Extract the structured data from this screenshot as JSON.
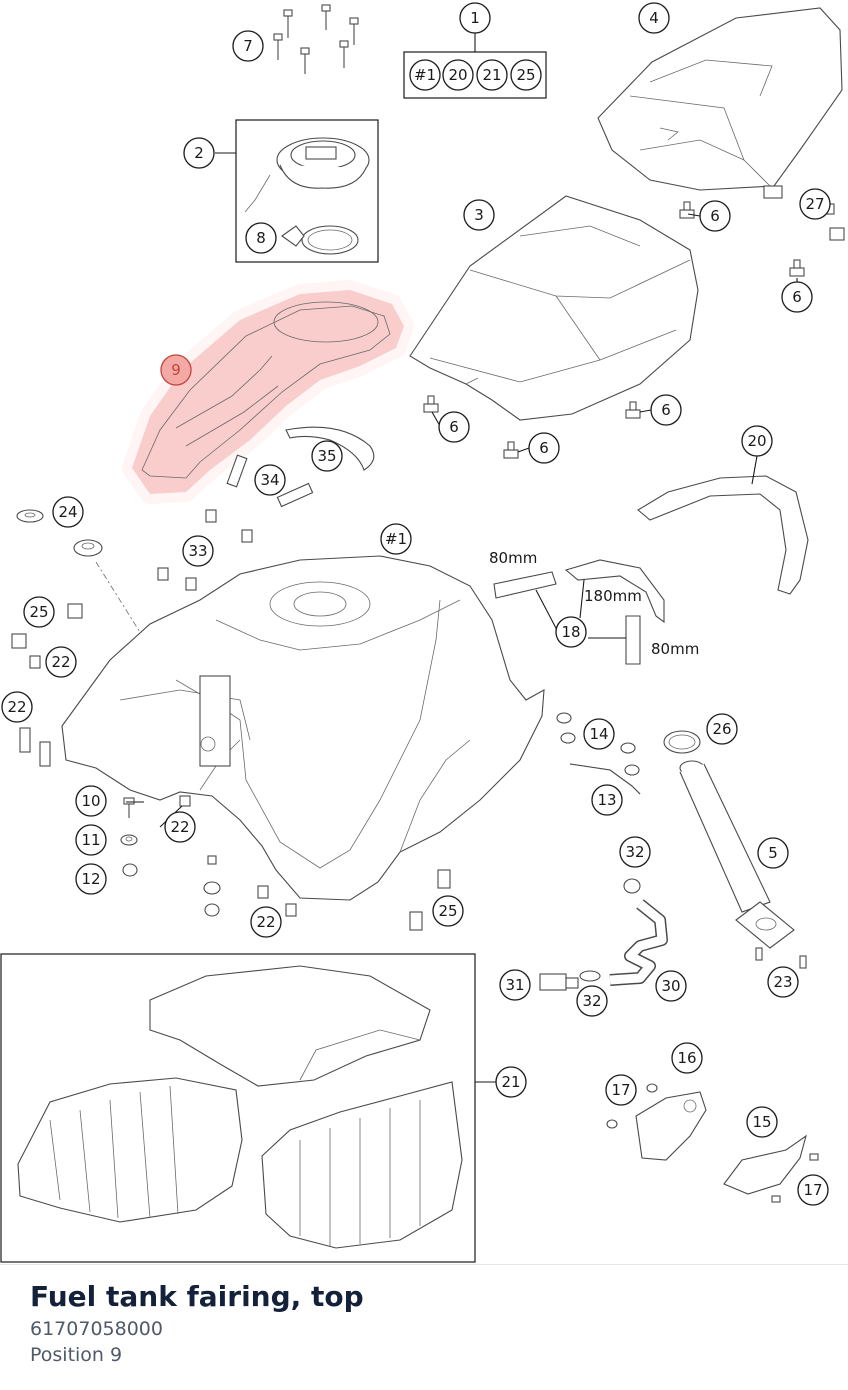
{
  "part": {
    "title": "Fuel tank fairing, top",
    "number": "61707058000",
    "position": "Position 9"
  },
  "highlight": {
    "color": "#e8504a",
    "callout": "9"
  },
  "set_1": {
    "label": "1",
    "members": [
      "#1",
      "20",
      "21",
      "25"
    ]
  },
  "callouts": {
    "c1": "1",
    "c2": "2",
    "c3": "3",
    "c4": "4",
    "c5": "5",
    "c6": "6",
    "c7": "7",
    "c8": "8",
    "c9": "9",
    "c10": "10",
    "c11": "11",
    "c12": "12",
    "c13": "13",
    "c14": "14",
    "c15": "15",
    "c16": "16",
    "c17": "17",
    "c18": "18",
    "c20": "20",
    "c21": "21",
    "c22": "22",
    "c23": "23",
    "c24": "24",
    "c25": "25",
    "c26": "26",
    "c27": "27",
    "c30": "30",
    "c31": "31",
    "c32": "32",
    "c33": "33",
    "c34": "34",
    "c35": "35",
    "chash1": "#1"
  },
  "dimensions": {
    "d80a": "80mm",
    "d180": "180mm",
    "d80b": "80mm"
  }
}
